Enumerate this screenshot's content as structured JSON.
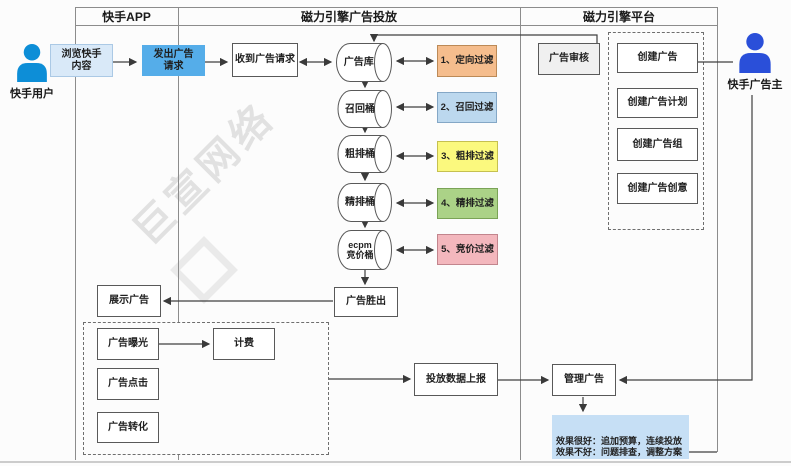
{
  "headers": {
    "col1": "快手APP",
    "col2": "磁力引擎广告投放",
    "col3": "磁力引擎平台"
  },
  "actors": {
    "user": {
      "label": "快手用户",
      "color": "#0d8ed7"
    },
    "advertiser": {
      "label": "快手广告主",
      "color": "#2a4fd9"
    }
  },
  "left_flow": {
    "browse": "浏览快手内容",
    "send_request": "发出广告请求",
    "browse_fill": "#d9e9f8",
    "send_fill": "#55ade9"
  },
  "pipeline": {
    "receive_request": "收到广告请求",
    "ad_library": "广告库",
    "recall_bucket": "召回桶",
    "coarse_rank_bucket": "粗排桶",
    "fine_rank_bucket": "精排桶",
    "ecpm_line1": "ecpm",
    "ecpm_line2": "竞价桶",
    "ad_win": "广告胜出"
  },
  "filters": [
    {
      "label": "1、定向过滤",
      "fill": "#f5bd8d",
      "border": "#bc8a57"
    },
    {
      "label": "2、召回过滤",
      "fill": "#bcd8ee",
      "border": "#84a7c6"
    },
    {
      "label": "3、粗排过滤",
      "fill": "#fbf97e",
      "border": "#c5c050"
    },
    {
      "label": "4、精排过滤",
      "fill": "#abd287",
      "border": "#7aa356"
    },
    {
      "label": "5、竞价过滤",
      "fill": "#f3b7bd",
      "border": "#c2858d"
    }
  ],
  "events": {
    "show_ad": "展示广告",
    "exposure": "广告曝光",
    "billing": "计费",
    "click": "广告点击",
    "conversion": "广告转化"
  },
  "reporting": {
    "report": "投放数据上报",
    "manage": "管理广告",
    "result_line1": "效果很好：追加预算，连续投放",
    "result_line2": "效果不好：问题排查，调整方案",
    "result_fill": "#c6dff5"
  },
  "platform": {
    "review": "广告审核",
    "review_fill": "#f0f0f0",
    "create_ad": "创建广告",
    "create_plan": "创建广告计划",
    "create_group": "创建广告组",
    "create_creative": "创建广告创意"
  },
  "watermark": {
    "text": "巨宣网络"
  }
}
